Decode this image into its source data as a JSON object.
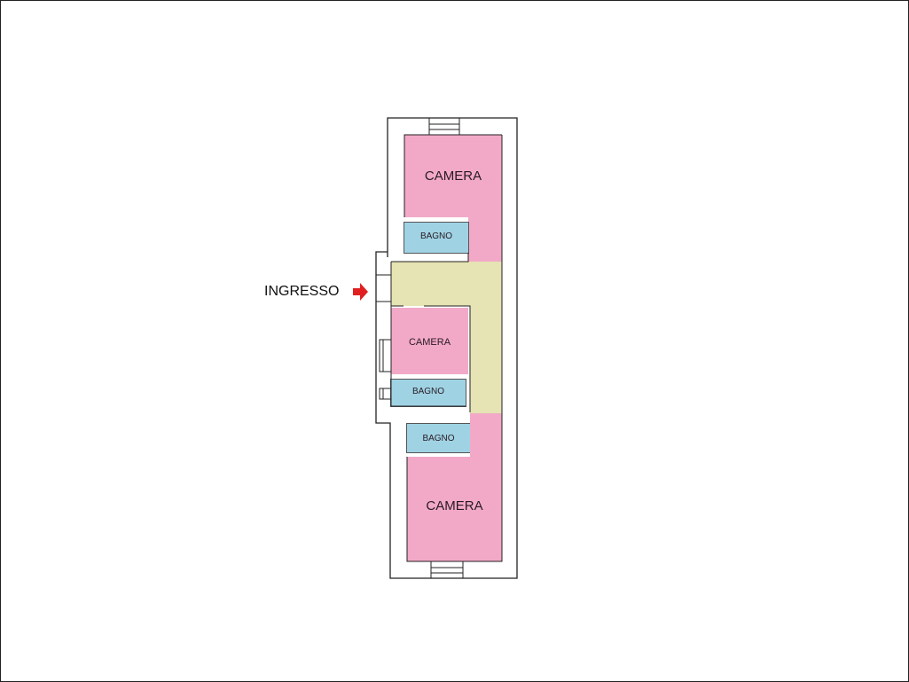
{
  "floorplan": {
    "entrance_label": "INGRESSO",
    "rooms": [
      {
        "label": "CAMERA"
      },
      {
        "label": "BAGNO"
      },
      {
        "label": "CAMERA"
      },
      {
        "label": "BAGNO"
      },
      {
        "label": "BAGNO"
      },
      {
        "label": "CAMERA"
      }
    ],
    "colors": {
      "bedroom": "#f2a9c8",
      "bathroom": "#9fd3e4",
      "corridor": "#e6e3b4",
      "arrow": "#e02020"
    }
  }
}
